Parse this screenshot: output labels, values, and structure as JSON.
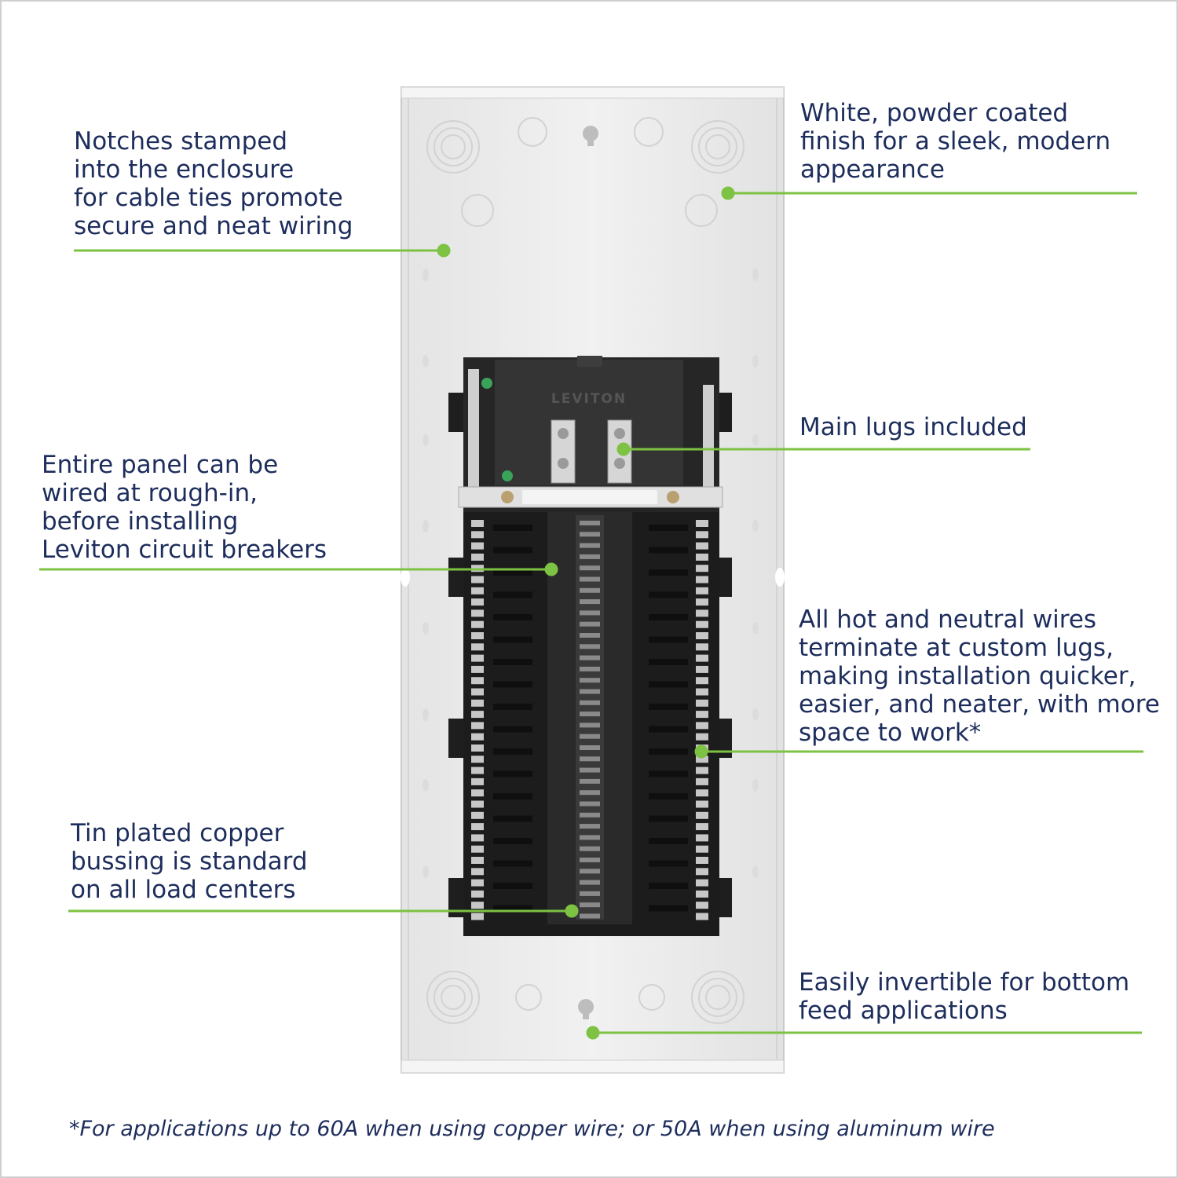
{
  "callouts": {
    "notches": "Notches stamped\ninto the enclosure\nfor cable ties promote\nsecure and neat wiring",
    "finish": "White, powder coated\nfinish for a sleek, modern\nappearance",
    "rough_in": "Entire panel can be\nwired at rough-in,\nbefore installing\nLeviton circuit breakers",
    "main_lugs": "Main lugs included",
    "hot_neutral": "All hot and neutral wires\nterminate at custom lugs,\nmaking installation quicker,\neasier, and neater, with more\nspace to work*",
    "bussing": "Tin plated copper\nbussing is standard\non all load centers",
    "invertible": "Easily invertible for bottom\nfeed applications"
  },
  "brand_plate": "LEVITON",
  "footnote": "*For applications up to 60A when using copper wire; or 50A when using aluminum wire",
  "colors": {
    "text": "#1d2d5c",
    "leader": "#7dc242",
    "enclosure": "#ececec",
    "interior": "#1c1c1c"
  }
}
